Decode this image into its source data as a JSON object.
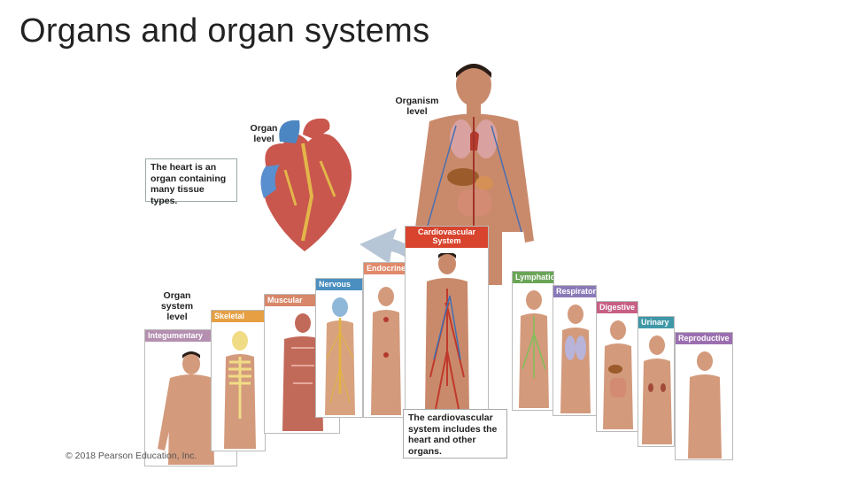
{
  "slide": {
    "title": "Organs and organ systems"
  },
  "figure": {
    "organism_level_label": "Organism level",
    "organ_level_label": "Organ level",
    "organ_system_level_label": "Organ system level",
    "heart_callout": "The heart is an organ containing many tissue types.",
    "cardio_callout": "The cardiovascular system includes the heart and other organs.",
    "systems": [
      {
        "name": "Integumentary",
        "color": "#b48fb0"
      },
      {
        "name": "Skeletal",
        "color": "#e6a043"
      },
      {
        "name": "Muscular",
        "color": "#d8876a"
      },
      {
        "name": "Nervous",
        "color": "#4a8fbf"
      },
      {
        "name": "Endocrine",
        "color": "#e08a6a"
      },
      {
        "name": "Cardiovascular System",
        "color": "#d8442e"
      },
      {
        "name": "Lymphatic",
        "color": "#6aa557"
      },
      {
        "name": "Respiratory",
        "color": "#8a79b8"
      },
      {
        "name": "Digestive",
        "color": "#c75f84"
      },
      {
        "name": "Urinary",
        "color": "#3f98a7"
      },
      {
        "name": "Reproductive",
        "color": "#9b6fb0"
      }
    ]
  },
  "footer": {
    "copyright": "© 2018 Pearson Education, Inc."
  }
}
